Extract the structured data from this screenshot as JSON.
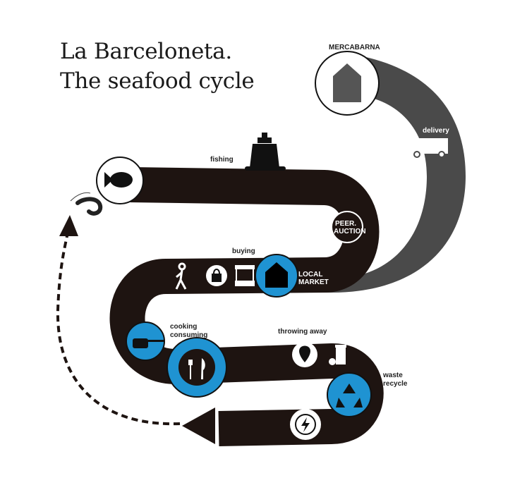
{
  "title": {
    "line1": "La Barceloneta.",
    "line2": "The seafood cycle"
  },
  "colors": {
    "path_dark": "#1e1411",
    "path_grey": "#4a4a4a",
    "accent_blue": "#1f93d2",
    "text": "#222222"
  },
  "labels": {
    "mercabarna": "MERCABARNA",
    "delivery": "delivery",
    "fishing": "fishing",
    "peer_auction_1": "PEER.",
    "peer_auction_2": "AUCTION",
    "buying": "buying",
    "local_market_1": "LOCAL",
    "local_market_2": "MARKET",
    "cooking": "cooking",
    "consuming": "consuming",
    "throwing_away": "throwing away",
    "waste": "waste",
    "recycle": "recycle"
  },
  "icons": {
    "mercabarna": "warehouse-icon",
    "delivery": "van-icon",
    "fishing": "ship-icon",
    "fish": "fish-icon",
    "shrimp": "shrimp-icon",
    "walker": "walking-person-icon",
    "bag": "shopping-bag-icon",
    "stall": "market-stall-icon",
    "local_market": "house-icon",
    "cooking": "cooking-pot-icon",
    "consuming": "fork-knife-icon",
    "throwing": "fish-bone-pin-icon",
    "trash": "trash-can-icon",
    "recycle": "recycle-icon",
    "energy": "energy-cycle-icon"
  }
}
